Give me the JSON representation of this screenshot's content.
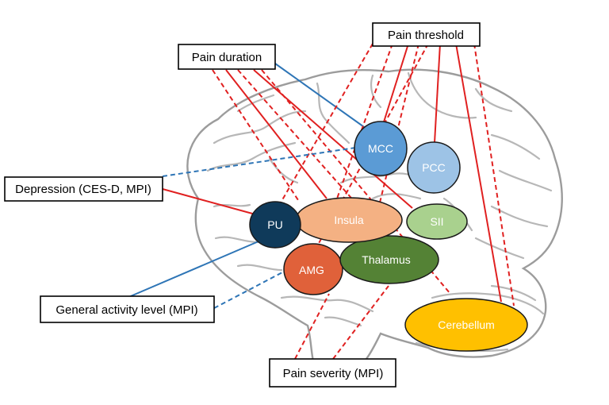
{
  "labels": {
    "pain_threshold": "Pain threshold",
    "pain_duration": "Pain duration",
    "depression": "Depression (CES-D, MPI)",
    "general_activity": "General activity level (MPI)",
    "pain_severity": "Pain severity (MPI)"
  },
  "regions": {
    "mcc": "MCC",
    "pcc": "PCC",
    "pu": "PU",
    "insula": "Insula",
    "sii": "SII",
    "amg": "AMG",
    "thalamus": "Thalamus",
    "cerebellum": "Cerebellum"
  },
  "colors": {
    "mcc": "#5b9bd5",
    "pcc": "#9dc3e6",
    "pu": "#0f3a5a",
    "insula": "#f4b183",
    "sii": "#a9d18e",
    "amg": "#e0613a",
    "thalamus": "#548235",
    "cerebellum": "#ffc000",
    "red_line": "#e02020",
    "blue_line": "#2e75b6"
  }
}
